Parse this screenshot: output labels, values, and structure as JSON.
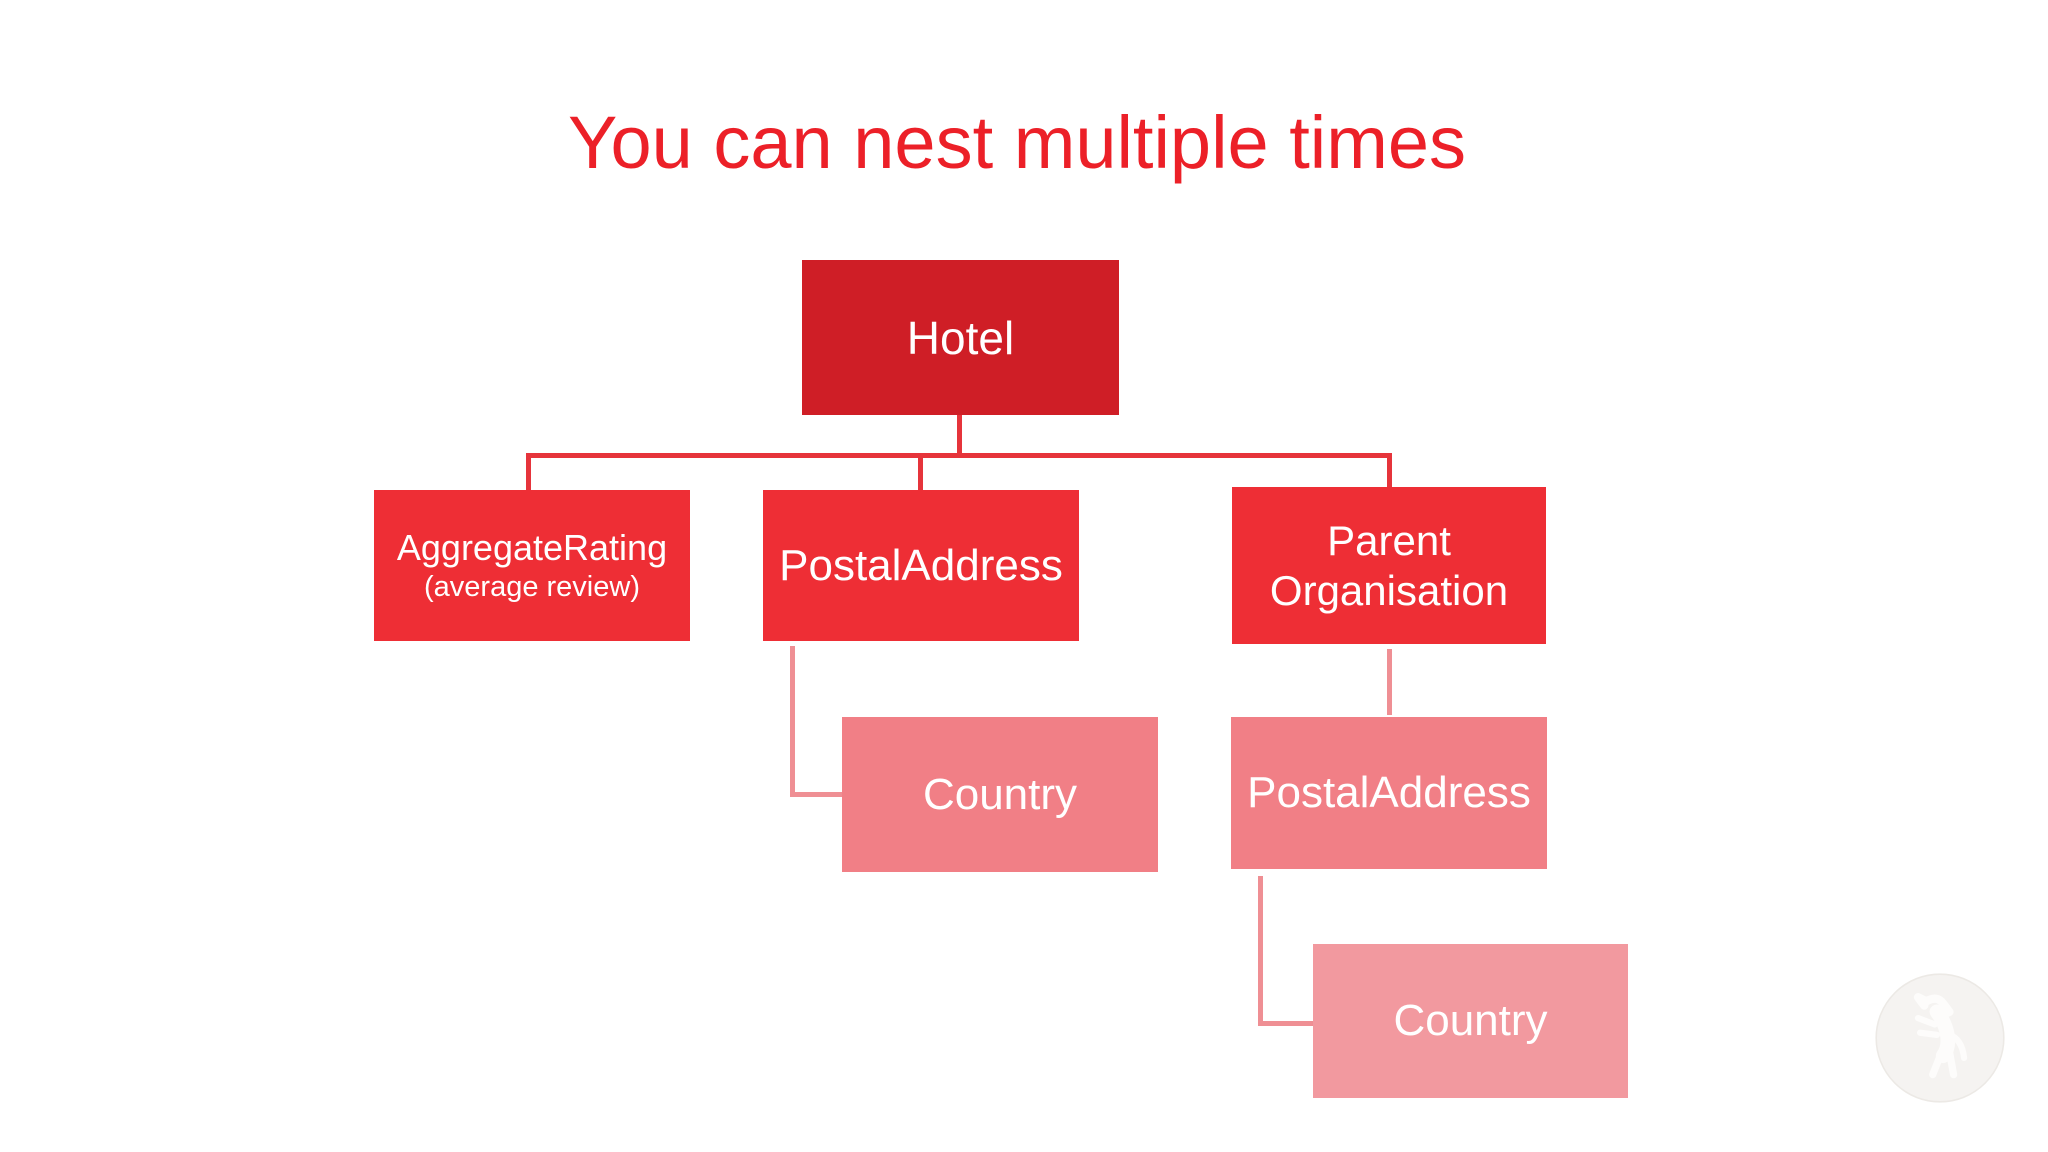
{
  "slide": {
    "title": "You can nest multiple times"
  },
  "colors": {
    "title": "#ec2028",
    "root": "#cf1e26",
    "level2": "#ee2e35",
    "level3": "#f17f86",
    "level4": "#f2999f",
    "connector-red": "#e6343b",
    "connector-pink": "#ef8f94",
    "node-text": "#ffffff"
  },
  "tree": {
    "label": "Hotel",
    "children": [
      {
        "label": "AggregateRating",
        "sublabel": "(average review)",
        "children": []
      },
      {
        "label": "PostalAddress",
        "children": [
          {
            "label": "Country",
            "children": []
          }
        ]
      },
      {
        "label": "Parent Organisation",
        "children": [
          {
            "label": "PostalAddress",
            "children": [
              {
                "label": "Country",
                "children": []
              }
            ]
          }
        ]
      }
    ]
  },
  "watermark": {
    "icon": "rearing-horse-logo"
  }
}
